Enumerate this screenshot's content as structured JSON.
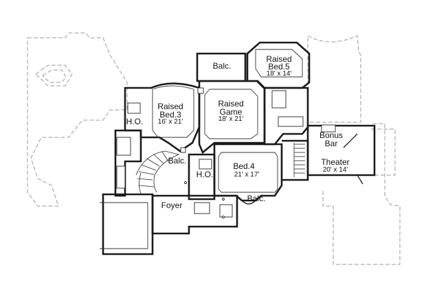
{
  "rooms": {
    "bed5": {
      "name": [
        "Raised",
        "Bed.5"
      ],
      "dim": "18' x 14'"
    },
    "bed3": {
      "name": [
        "Raised",
        "Bed.3"
      ],
      "dim": "16' x 21'"
    },
    "game": {
      "name": [
        "Raised",
        "Game"
      ],
      "dim": "18' x 21'"
    },
    "bed4": {
      "name": [
        "Bed.4"
      ],
      "dim": "21' x 17'"
    },
    "theater": {
      "name": [
        "Theater"
      ],
      "dim": "20' x 14'"
    },
    "bonus": {
      "name": [
        "Bonus",
        "Bar"
      ]
    },
    "ho1": {
      "name": [
        "H.O."
      ]
    },
    "ho2": {
      "name": [
        "H.O."
      ]
    },
    "balc_top": {
      "name": [
        "Balc."
      ]
    },
    "balc_mid": {
      "name": [
        "Balc."
      ]
    },
    "balc_bed4": {
      "name": [
        "Balc."
      ]
    },
    "foyer": {
      "name": [
        "Foyer"
      ]
    }
  }
}
